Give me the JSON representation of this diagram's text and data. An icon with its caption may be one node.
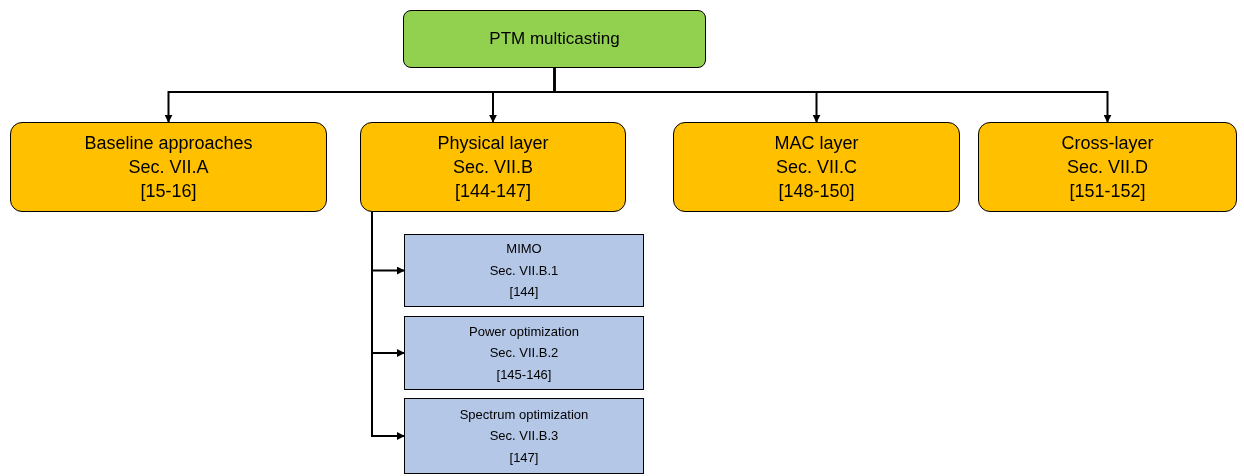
{
  "diagram": {
    "nodes": [
      {
        "text": [
          "PTM multicasting"
        ]
      },
      {
        "text": [
          "Baseline approaches",
          "Sec. VII.A",
          "[15-16]"
        ]
      },
      {
        "text": [
          "Physical layer",
          "Sec. VII.B",
          "[144-147]"
        ]
      },
      {
        "text": [
          "MAC layer",
          "Sec. VII.C",
          "[148-150]"
        ]
      },
      {
        "text": [
          "Cross-layer",
          "Sec. VII.D",
          "[151-152]"
        ]
      },
      {
        "text": [
          "MIMO",
          "Sec. VII.B.1",
          "[144]"
        ]
      },
      {
        "text": [
          "Power optimization",
          "Sec. VII.B.2",
          "[145-146]"
        ]
      },
      {
        "text": [
          "Spectrum optimization",
          "Sec. VII.B.3",
          "[147]"
        ]
      }
    ],
    "edges": [
      {
        "from": 0,
        "to": 1,
        "arrow": "to"
      },
      {
        "from": 0,
        "to": 2,
        "arrow": "to"
      },
      {
        "from": 0,
        "to": 3,
        "arrow": "to"
      },
      {
        "from": 0,
        "to": 4,
        "arrow": "to"
      },
      {
        "from": 2,
        "to": 5,
        "arrow": "to"
      },
      {
        "from": 2,
        "to": 6,
        "arrow": "to"
      },
      {
        "from": 2,
        "to": 7,
        "arrow": "to"
      }
    ]
  }
}
